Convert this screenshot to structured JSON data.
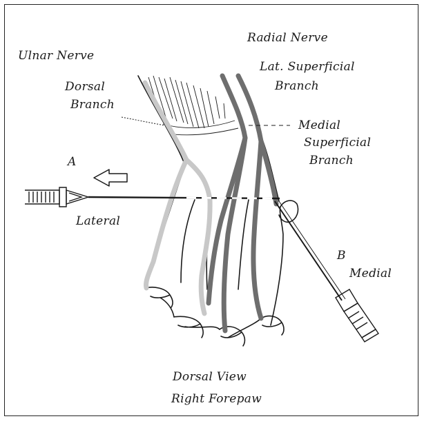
{
  "labels": {
    "ulnar_nerve": "Ulnar Nerve",
    "dorsal_branch_1": "Dorsal",
    "dorsal_branch_2": "Branch",
    "radial_nerve": "Radial Nerve",
    "lat_superficial_1": "Lat. Superficial",
    "lat_superficial_2": "Branch",
    "medial_superficial_1": "Medial",
    "medial_superficial_2": "Superficial",
    "medial_superficial_3": "Branch",
    "a": "A",
    "lateral": "Lateral",
    "b": "B",
    "medial": "Medial",
    "view_1": "Dorsal View",
    "view_2": "Right Forepaw"
  },
  "colors": {
    "outline": "#1a1a1a",
    "ulnar_dorsal_branch": "#c8c8c8",
    "radial_branches": "#6e6e6e"
  }
}
